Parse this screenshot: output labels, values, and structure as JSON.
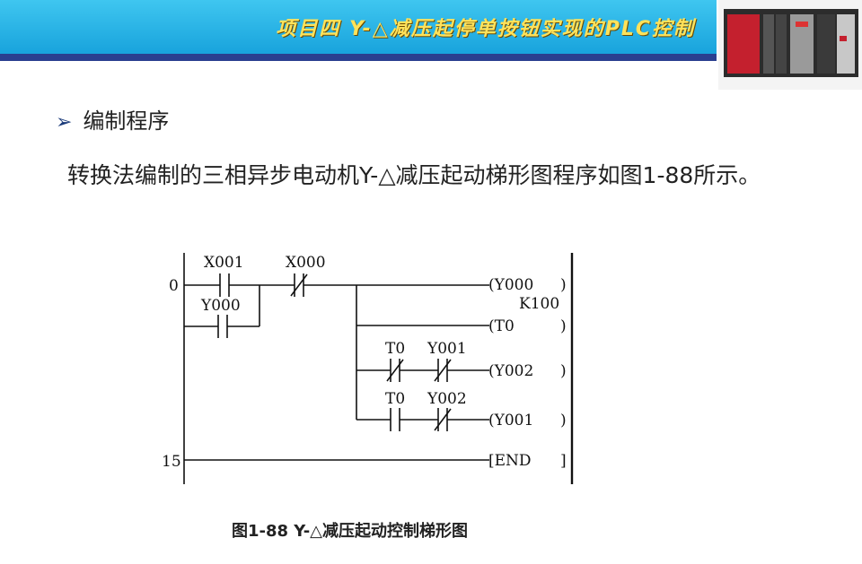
{
  "header": {
    "title": "项目四  Y-△减压起停单按钮实现的PLC控制"
  },
  "section": {
    "heading": "编制程序"
  },
  "body": {
    "text": "转换法编制的三相异步电动机Y-△减压起动梯形图程序如图1-88所示。"
  },
  "ladder": {
    "step_0": "0",
    "step_15": "15",
    "contacts": {
      "x001": "X001",
      "y000_seal": "Y000",
      "x000": "X000",
      "t0_a": "T0",
      "y001_nc": "Y001",
      "t0_b": "T0",
      "y002_nc": "Y002"
    },
    "coils": {
      "y000": "(Y000",
      "t0": "(T0",
      "y002": "(Y002",
      "y001": "(Y001",
      "end": "[END",
      "timer_setting": "K100"
    },
    "rparens": [
      ")",
      ")",
      ")",
      ")",
      "]"
    ]
  },
  "caption": "图1-88  Y-△减压起动控制梯形图",
  "colors": {
    "header_top": "#3fc6f0",
    "header_rule": "#2a3f8f",
    "title": "#ffe25a"
  },
  "icons": {
    "bullet": "arrow-bullet-icon",
    "plc_photo": "plc-hardware-image"
  }
}
